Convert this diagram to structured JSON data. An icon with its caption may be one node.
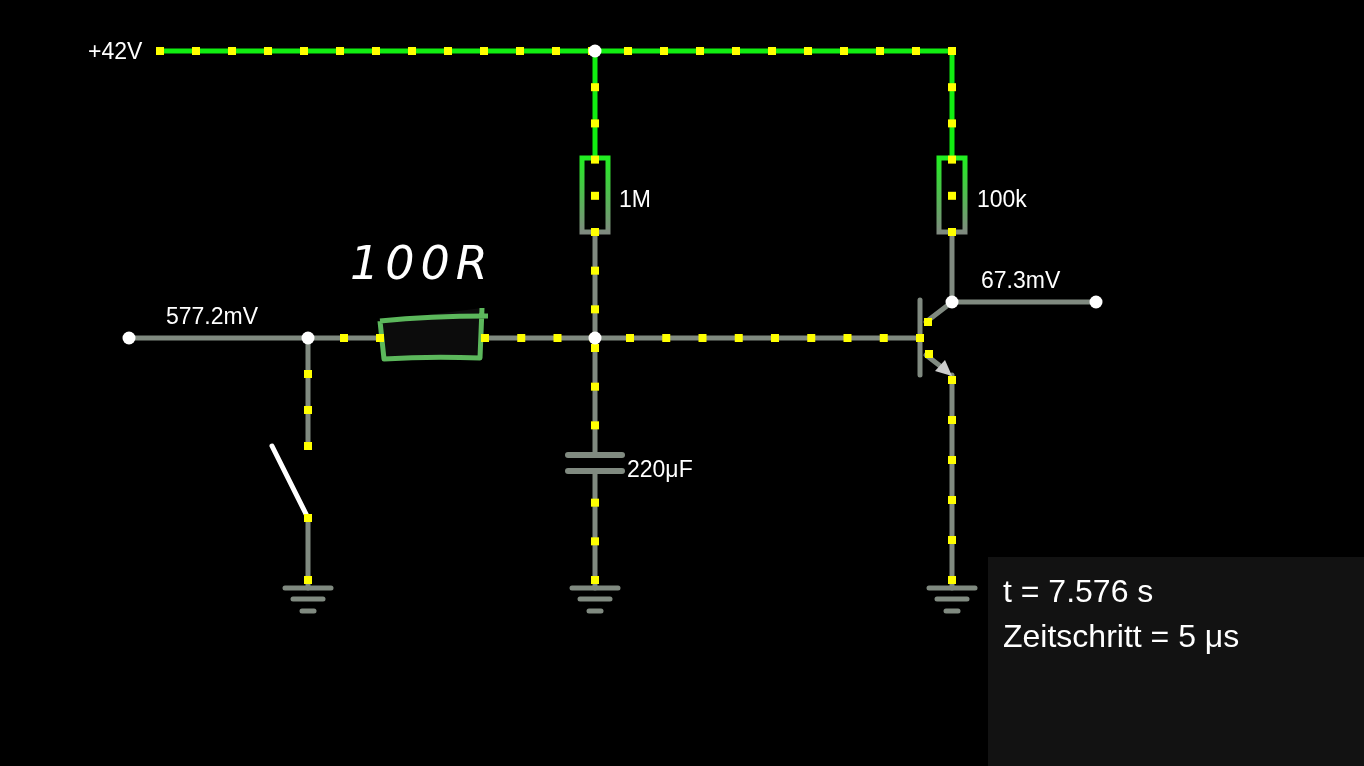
{
  "diagram": {
    "nodes": [
      {
        "text": [
          "t = 7.576 s",
          "Zeitschritt = 5 μs"
        ]
      }
    ],
    "labels": [
      "+42V",
      "1M",
      "100k",
      "100R",
      "67.3mV",
      "577.2mV",
      "220μF"
    ]
  }
}
